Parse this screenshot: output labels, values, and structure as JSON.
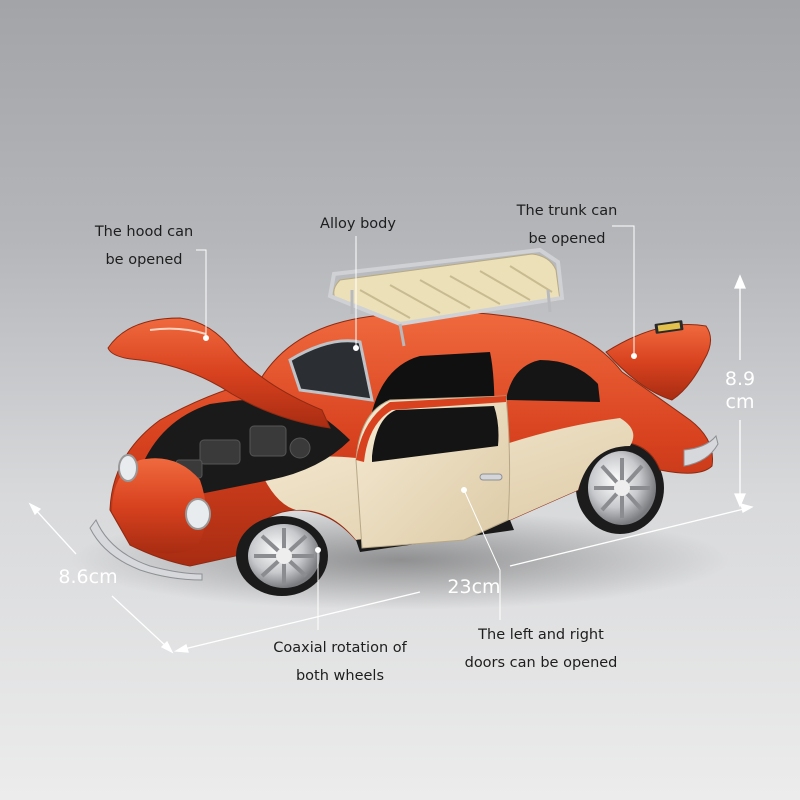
{
  "callouts": {
    "hood": {
      "line1": "The hood can",
      "line2": "be opened"
    },
    "body": {
      "line1": "Alloy body"
    },
    "trunk": {
      "line1": "The trunk can",
      "line2": "be opened"
    },
    "wheels": {
      "line1": "Coaxial rotation of",
      "line2": "both wheels"
    },
    "doors": {
      "line1": "The left and right",
      "line2": "doors can be opened"
    }
  },
  "dimensions": {
    "width": "8.6cm",
    "length": "23cm",
    "height_value": "8.9",
    "height_unit": "cm"
  },
  "colors": {
    "body_red": "#d8421f",
    "body_cream": "#efe2c6",
    "roof_rack_wood": "#ece0b8",
    "background_top": "#a2a4a8",
    "background_bottom": "#ececec"
  }
}
